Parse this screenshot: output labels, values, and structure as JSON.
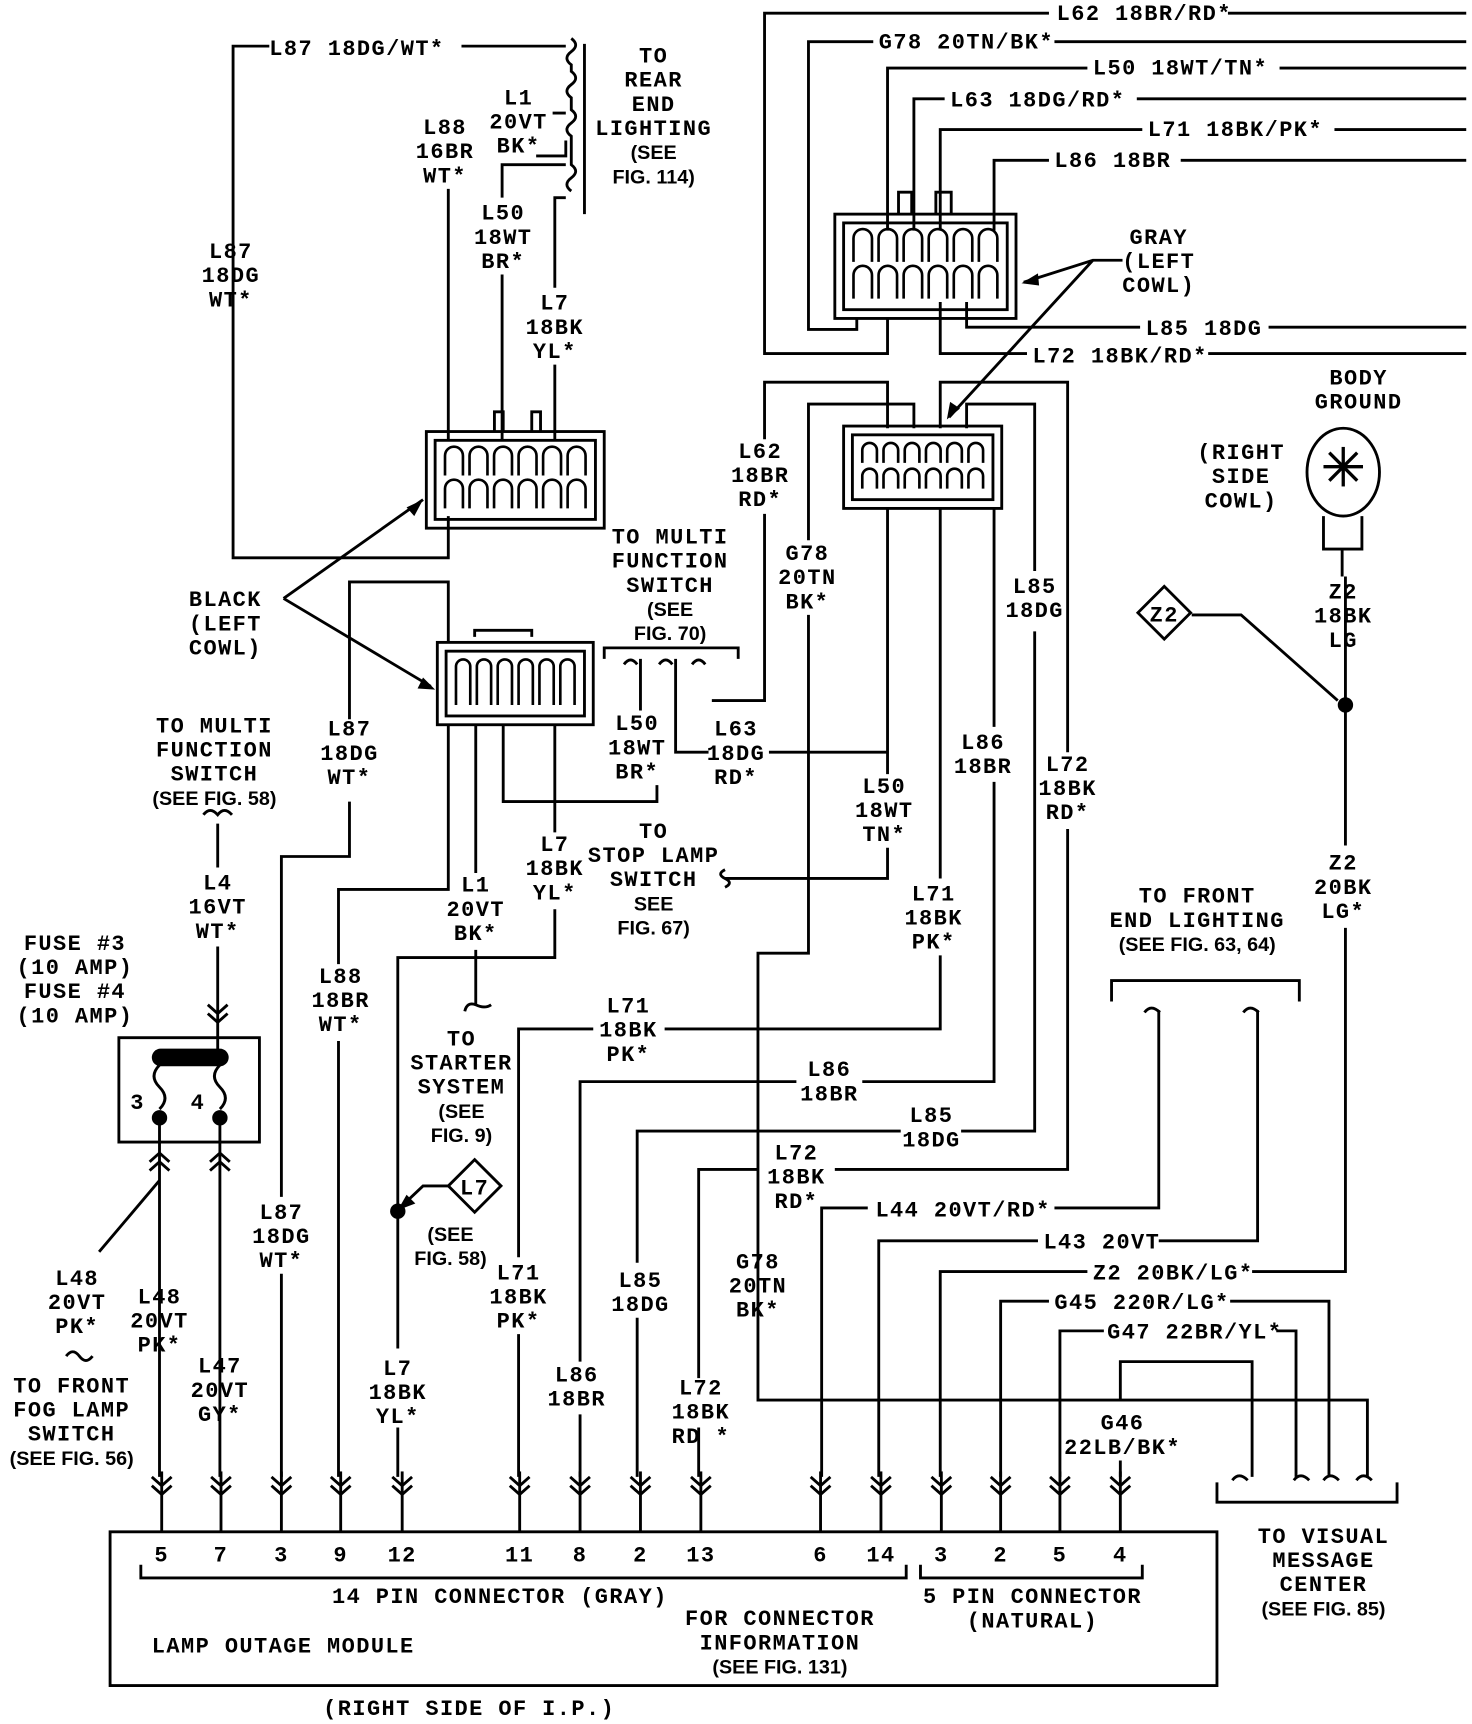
{
  "colors": {
    "ink": "#000000",
    "background": "#ffffff"
  },
  "labels": {
    "l87_top": "L87 18DG/WT*",
    "rear": [
      "TO",
      "REAR",
      "END",
      "LIGHTING",
      "(SEE",
      "FIG. 114)"
    ],
    "l1_top": [
      "L1",
      "20VT",
      "BK*"
    ],
    "l88_top": [
      "L88",
      "16BR",
      "WT*"
    ],
    "l50_top": [
      "L50",
      "18WT",
      "BR*"
    ],
    "l87_left": [
      "L87",
      "18DG",
      "WT*"
    ],
    "l7_top": [
      "L7",
      "18BK",
      "YL*"
    ],
    "l62_tr": "L62 18BR/RD*",
    "g78_tr": "G78 20TN/BK*",
    "l50_tr": "L50 18WT/TN*",
    "l63_tr": "L63 18DG/RD*",
    "l71_tr": "L71 18BK/PK*",
    "l86_tr": "L86 18BR",
    "gray": [
      "GRAY",
      "(LEFT",
      "COWL)"
    ],
    "l85_tr": "L85 18DG",
    "l72_tr": "L72 18BK/RD*",
    "body_ground": [
      "BODY",
      "GROUND"
    ],
    "right_cowl": [
      "(RIGHT",
      "SIDE",
      "COWL)"
    ],
    "l62_mid": [
      "L62",
      "18BR",
      "RD*"
    ],
    "g78_mid": [
      "G78",
      "20TN",
      "BK*"
    ],
    "l85_mid": [
      "L85",
      "18DG"
    ],
    "black": [
      "BLACK",
      "(LEFT",
      "COWL)"
    ],
    "mfs70": [
      "TO MULTI",
      "FUNCTION",
      "SWITCH",
      "(SEE",
      "FIG. 70)"
    ],
    "z2_18": [
      "Z2",
      "18BK",
      "LG"
    ],
    "l50_mid": [
      "L50",
      "18WT",
      "BR*"
    ],
    "l63_mid": [
      "L63",
      "18DG",
      "RD*"
    ],
    "l86_mid": [
      "L86",
      "18BR"
    ],
    "l72_mid": [
      "L72",
      "18BK",
      "RD*"
    ],
    "mfs58": [
      "TO MULTI",
      "FUNCTION",
      "SWITCH",
      "(SEE FIG. 58)"
    ],
    "l87_mid": [
      "L87",
      "18DG",
      "WT*"
    ],
    "l50_tn": [
      "L50",
      "18WT",
      "TN*"
    ],
    "stop_lamp": [
      "TO",
      "STOP LAMP",
      "SWITCH",
      "SEE",
      "FIG. 67)"
    ],
    "l7_mid": [
      "L7",
      "18BK",
      "YL*"
    ],
    "z2_20": [
      "Z2",
      "20BK",
      "LG*"
    ],
    "l4": [
      "L4",
      "16VT",
      "WT*"
    ],
    "l71_right": [
      "L71",
      "18BK",
      "PK*"
    ],
    "l1_mid": [
      "L1",
      "20VT",
      "BK*"
    ],
    "front_end": [
      "TO FRONT",
      "END LIGHTING",
      "(SEE FIG. 63, 64)"
    ],
    "fuse": [
      "FUSE #3",
      "(10 AMP)",
      "FUSE #4",
      "(10 AMP)"
    ],
    "l88_mid": [
      "L88",
      "18BR",
      "WT*"
    ],
    "l71_mid": [
      "L71",
      "18BK",
      "PK*"
    ],
    "starter": [
      "TO",
      "STARTER",
      "SYSTEM",
      "(SEE",
      "FIG. 9)"
    ],
    "fuse_pins": [
      "3",
      "4"
    ],
    "l86_h": [
      "L86",
      "18BR"
    ],
    "l85_h": [
      "L85",
      "18DG"
    ],
    "l72_h": [
      "L72",
      "18BK",
      "RD*"
    ],
    "l7_diamond": "L7",
    "z2_diamond": "Z2",
    "l44": "L44 20VT/RD*",
    "l43": "L43 20VT",
    "z2_h": "Z2 20BK/LG*",
    "g45": "G45 220R/LG*",
    "g47": "G47 22BR/YL*",
    "l87_bot": [
      "L87",
      "18DG",
      "WT*"
    ],
    "see58": [
      "(SEE",
      "FIG. 58)"
    ],
    "l48_left": [
      "L48",
      "20VT",
      "PK*"
    ],
    "l48": [
      "L48",
      "20VT",
      "PK*"
    ],
    "l71_bot": [
      "L71",
      "18BK",
      "PK*"
    ],
    "l85_bot": [
      "L85",
      "18DG"
    ],
    "g78_bot": [
      "G78",
      "20TN",
      "BK*"
    ],
    "l47": [
      "L47",
      "20VT",
      "GY*"
    ],
    "l7_bot": [
      "L7",
      "18BK",
      "YL*"
    ],
    "l86_bot": [
      "L86",
      "18BR"
    ],
    "l72_bot": [
      "L72",
      "18BK",
      "RD *"
    ],
    "fog": [
      "TO FRONT",
      "FOG LAMP",
      "SWITCH",
      "(SEE FIG. 56)"
    ],
    "g46": [
      "G46",
      "22LB/BK*"
    ],
    "visual": [
      "TO VISUAL",
      "MESSAGE",
      "CENTER",
      "(SEE FIG. 85)"
    ]
  },
  "module": {
    "name": "LAMP OUTAGE MODULE",
    "location": "(RIGHT SIDE OF I.P.)",
    "pins14": [
      "5",
      "7",
      "3",
      "9",
      "12",
      "11",
      "8",
      "2",
      "13",
      "6",
      "14"
    ],
    "pins5": [
      "3",
      "2",
      "5",
      "4"
    ],
    "conn14": "14 PIN CONNECTOR (GRAY)",
    "conn5": [
      "5 PIN CONNECTOR",
      "(NATURAL)"
    ],
    "info": [
      "FOR CONNECTOR",
      "INFORMATION",
      "(SEE FIG. 131)"
    ]
  }
}
